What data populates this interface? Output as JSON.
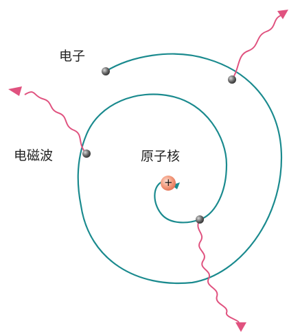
{
  "labels": {
    "electron": "电子",
    "electromagnetic_wave": "电磁波",
    "nucleus": "原子核",
    "nucleus_sign": "+"
  },
  "colors": {
    "orbit": "#1a8a8e",
    "wave": "#e0527f",
    "electron": "#555555",
    "nucleus": "#f08a70"
  }
}
